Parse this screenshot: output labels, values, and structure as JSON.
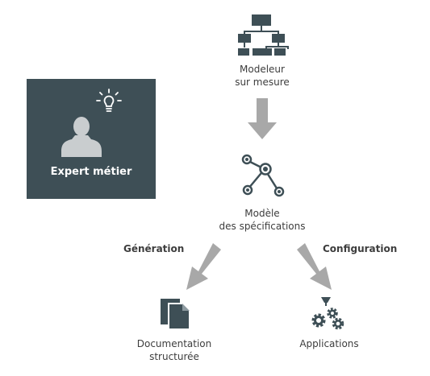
{
  "nodes": {
    "modeleur_line1": "Modeleur",
    "modeleur_line2": "sur mesure",
    "modele_line1": "Modèle",
    "modele_line2": "des spécifications",
    "doc_line1": "Documentation",
    "doc_line2": "structurée",
    "applications": "Applications"
  },
  "edges": {
    "generation": "Génération",
    "configuration": "Configuration"
  },
  "expert": {
    "label": "Expert métier"
  },
  "colors": {
    "icon": "#3e4f56",
    "arrow": "#a8a8a8",
    "expert_bg": "#3e4f56"
  },
  "icons": [
    "org-chart-icon",
    "lightbulb-icon",
    "person-icon",
    "network-graph-icon",
    "documents-icon",
    "gears-icon"
  ]
}
